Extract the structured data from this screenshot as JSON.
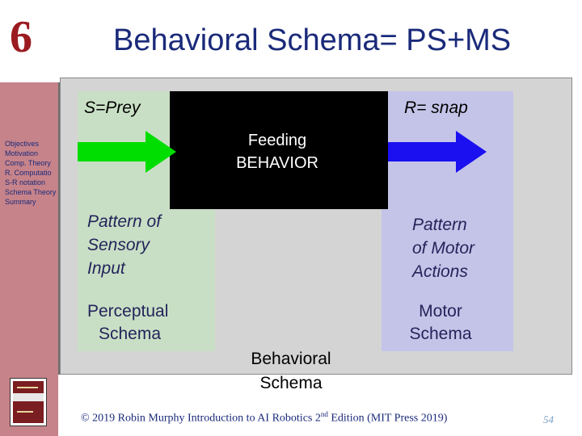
{
  "slide": {
    "chapter_number": "6",
    "title": "Behavioral Schema= PS+MS",
    "page_number": "54"
  },
  "sidebar": {
    "items": [
      "Objectives",
      "Motivation",
      "Comp. Theory",
      "R. Computatio",
      "S-R notation",
      "Schema Theory",
      "Summary"
    ]
  },
  "diagram": {
    "stimulus_label": "S=Prey",
    "response_label": "R= snap",
    "behavior_line1": "Feeding",
    "behavior_line2": "BEHAVIOR",
    "sensory_pattern": [
      "Pattern of",
      "Sensory",
      "Input"
    ],
    "motor_pattern": [
      "Pattern",
      "of Motor",
      "Actions"
    ],
    "perceptual_schema": [
      "Perceptual",
      "Schema"
    ],
    "motor_schema": [
      "Motor",
      "Schema"
    ],
    "behavioral_schema": [
      "Behavioral",
      "Schema"
    ],
    "colors": {
      "perceptual_box": "#c9dfc5",
      "motor_box": "#c4c4e8",
      "behavior_box": "#000000",
      "stimulus_arrow": "#00dd00",
      "response_arrow": "#1a10f0",
      "sidebar": "#c7838a",
      "chapter_number": "#9b1b20"
    }
  },
  "footer": {
    "text_before": "© 2019 Robin Murphy Introduction to AI Robotics 2",
    "superscript": "nd",
    "text_after": " Edition (MIT Press 2019)"
  }
}
